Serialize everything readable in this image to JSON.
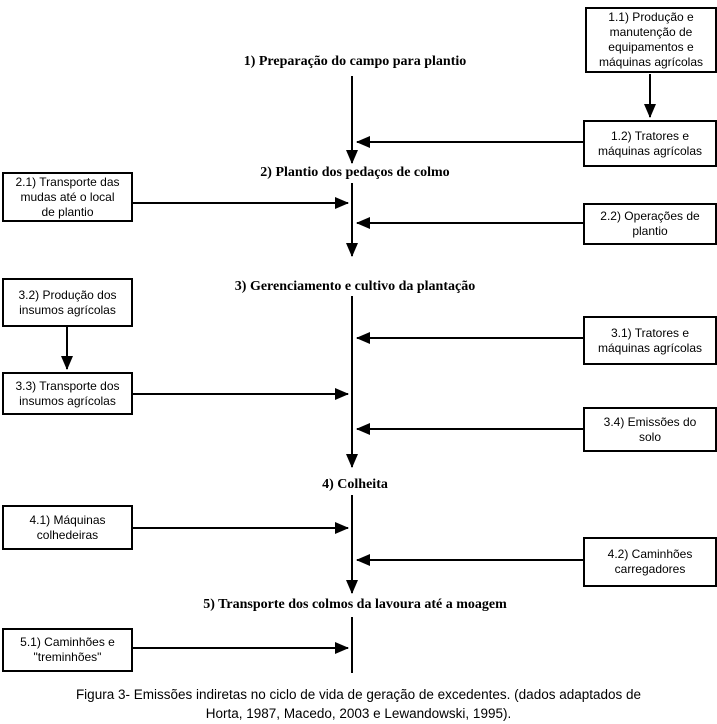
{
  "colors": {
    "background": "#ffffff",
    "line": "#000000",
    "box_border": "#000000",
    "box_fill": "#ffffff",
    "text": "#000000"
  },
  "diagram": {
    "stages": [
      {
        "label": "1) Preparação do campo para plantio"
      },
      {
        "label": "2) Plantio dos pedaços de colmo"
      },
      {
        "label": "3) Gerenciamento e cultivo da plantação"
      },
      {
        "label": "4) Colheita"
      },
      {
        "label": "5) Transporte dos colmos da lavoura até a moagem"
      }
    ],
    "boxes": {
      "b11": "1.1) Produção e\nmanutenção de\nequipamentos e\nmáquinas agrícolas",
      "b12": "1.2) Tratores e\nmáquinas agrícolas",
      "b21": "2.1) Transporte das\nmudas até o local\nde plantio",
      "b22": "2.2) Operações de\nplantio",
      "b31": "3.1) Tratores e\nmáquinas agrícolas",
      "b32": "3.2) Produção dos\ninsumos agrícolas",
      "b33": "3.3) Transporte dos\ninsumos agrícolas",
      "b34": "3.4) Emissões do\nsolo",
      "b41": "4.1) Máquinas\ncolhedeiras",
      "b42": "4.2) Caminhões\ncarregadores",
      "b51": "5.1) Caminhões e\n\"treminhões\""
    },
    "caption": "Figura 3- Emissões indiretas no ciclo de vida de geração de excedentes. (dados adaptados de\nHorta, 1987, Macedo, 2003 e Lewandowski, 1995)."
  }
}
